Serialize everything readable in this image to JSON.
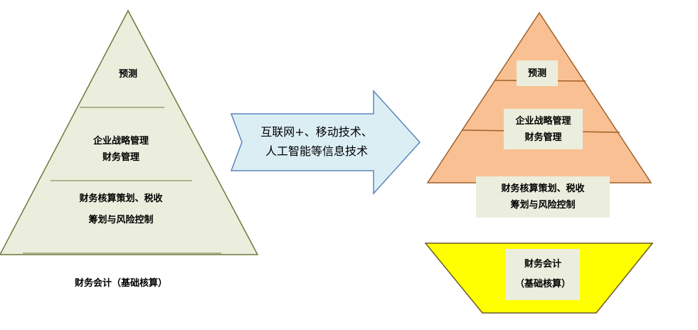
{
  "left_pyramid": {
    "level1": "预测",
    "level2": [
      "企业战略管理",
      "财务管理"
    ],
    "level3": [
      "财务核算策划、税收",
      "筹划与风险控制"
    ],
    "base": "财务会计（基础核算）"
  },
  "arrow": {
    "lines": [
      "互联网+、移动技术、",
      "人工智能等信息技术"
    ]
  },
  "right_pyramid": {
    "level1": "预测",
    "level2": [
      "企业战略管理",
      "财务管理"
    ],
    "level3": [
      "财务核算策划、税收",
      "筹划与风险控制"
    ],
    "base": [
      "财务会计",
      "（基础核算）"
    ]
  },
  "colors": {
    "left_fill": "#ebeedd",
    "left_stroke": "#6b7a3a",
    "right_fill": "#f9c193",
    "right_stroke": "#a0602a",
    "trap_fill": "#ffff00",
    "arrow_fill": "#dbeef4",
    "arrow_stroke": "#5b86bd"
  }
}
